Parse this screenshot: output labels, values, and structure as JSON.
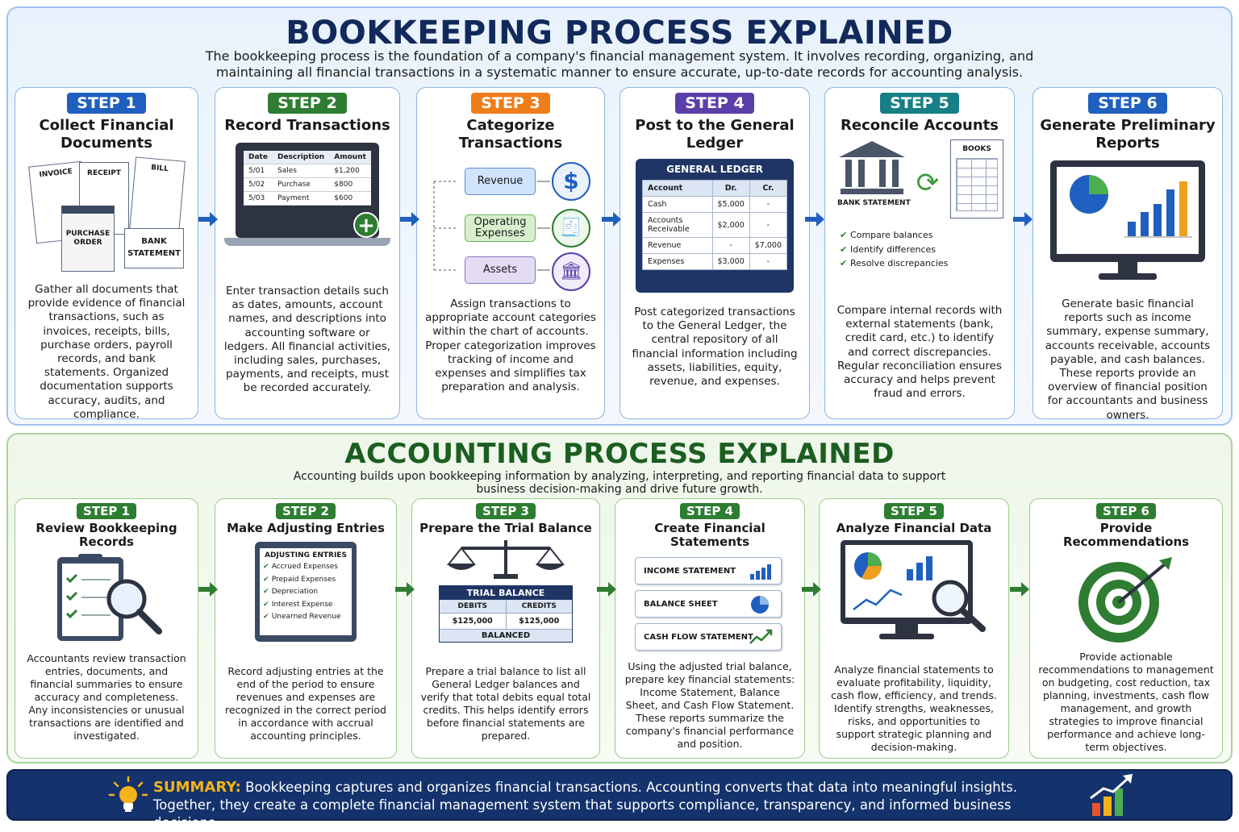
{
  "bookkeeping": {
    "title": "BOOKKEEPING PROCESS EXPLAINED",
    "intro": "The bookkeeping process is the foundation of a company's financial management system. It involves recording, organizing, and maintaining all financial transactions in a systematic manner to ensure accurate, up-to-date records for accounting analysis.",
    "steps": [
      {
        "badge": "STEP 1",
        "color": "#1f5fbf",
        "title": "Collect Financial Documents",
        "desc": "Gather all documents that provide evidence of financial transactions, such as invoices, receipts, bills, purchase orders, payroll records, and bank statements. Organized documentation supports accuracy, audits, and compliance.",
        "docs": {
          "invoice": "INVOICE",
          "receipt": "RECEIPT",
          "bill": "BILL",
          "po": "PURCHASE ORDER",
          "bank": "BANK STATEMENT"
        }
      },
      {
        "badge": "STEP 2",
        "color": "#2e7d32",
        "title": "Record Transactions",
        "desc": "Enter transaction details such as dates, amounts, account names, and descriptions into accounting software or ledgers. All financial activities, including sales, purchases, payments, and receipts, must be recorded accurately.",
        "table": {
          "headers": [
            "Date",
            "Description",
            "Amount"
          ],
          "rows": [
            [
              "5/01",
              "Sales",
              "$1,200"
            ],
            [
              "5/02",
              "Purchase",
              "$800"
            ],
            [
              "5/03",
              "Payment",
              "$600"
            ]
          ]
        }
      },
      {
        "badge": "STEP 3",
        "color": "#ef7d1a",
        "title": "Categorize Transactions",
        "desc": "Assign transactions to appropriate account categories within the chart of accounts. Proper categorization improves tracking of income and expenses and simplifies tax preparation and analysis.",
        "categories": [
          "Revenue",
          "Operating Expenses",
          "Assets"
        ]
      },
      {
        "badge": "STEP 4",
        "color": "#5b3fa8",
        "title": "Post to the General Ledger",
        "desc": "Post categorized transactions to the General Ledger, the central repository of all financial information including assets, liabilities, equity, revenue, and expenses.",
        "ledger": {
          "title": "GENERAL LEDGER",
          "headers": [
            "Account",
            "Dr.",
            "Cr."
          ],
          "rows": [
            [
              "Cash",
              "$5,000",
              "-"
            ],
            [
              "Accounts Receivable",
              "$2,000",
              "-"
            ],
            [
              "Revenue",
              "-",
              "$7,000"
            ],
            [
              "Expenses",
              "$3,000",
              "-"
            ]
          ]
        }
      },
      {
        "badge": "STEP 5",
        "color": "#177f86",
        "title": "Reconcile Accounts",
        "desc": "Compare internal records with external statements (bank, credit card, etc.) to identify and correct discrepancies. Regular reconciliation ensures accuracy and helps prevent fraud and errors.",
        "bank_label": "BANK STATEMENT",
        "books_label": "BOOKS",
        "checks": [
          "Compare balances",
          "Identify differences",
          "Resolve discrepancies"
        ]
      },
      {
        "badge": "STEP 6",
        "color": "#1f5fbf",
        "title": "Generate Preliminary Reports",
        "desc": "Generate basic financial reports such as income summary, expense summary, accounts receivable, accounts payable, and cash balances. These reports provide an overview of financial position for accountants and business owners."
      }
    ]
  },
  "accounting": {
    "title": "ACCOUNTING PROCESS EXPLAINED",
    "intro": "Accounting builds upon bookkeeping information by analyzing, interpreting, and reporting financial data to support business decision-making and drive future growth.",
    "steps": [
      {
        "badge": "STEP 1",
        "title": "Review Bookkeeping Records",
        "desc": "Accountants review transaction entries, documents, and financial summaries to ensure accuracy and completeness. Any inconsistencies or unusual transactions are identified and investigated."
      },
      {
        "badge": "STEP 2",
        "title": "Make Adjusting Entries",
        "desc": "Record adjusting entries at the end of the period to ensure revenues and expenses are recognized in the correct period in accordance with accrual accounting principles.",
        "clipboard_title": "ADJUSTING ENTRIES",
        "entries": [
          "Accrued Expenses",
          "Prepaid Expenses",
          "Depreciation",
          "Interest Expense",
          "Unearned Revenue"
        ]
      },
      {
        "badge": "STEP 3",
        "title": "Prepare the Trial Balance",
        "desc": "Prepare a trial balance to list all General Ledger balances and verify that total debits equal total credits. This helps identify errors before financial statements are prepared.",
        "trial": {
          "title": "TRIAL BALANCE",
          "debits_label": "DEBITS",
          "credits_label": "CREDITS",
          "debits": "$125,000",
          "credits": "$125,000",
          "status": "BALANCED"
        }
      },
      {
        "badge": "STEP 4",
        "title": "Create Financial Statements",
        "desc": "Using the adjusted trial balance, prepare key financial statements: Income Statement, Balance Sheet, and Cash Flow Statement. These reports summarize the company's financial performance and position.",
        "statements": [
          "INCOME STATEMENT",
          "BALANCE SHEET",
          "CASH FLOW STATEMENT"
        ]
      },
      {
        "badge": "STEP 5",
        "title": "Analyze Financial Data",
        "desc": "Analyze financial statements to evaluate profitability, liquidity, cash flow, efficiency, and trends. Identify strengths, weaknesses, risks, and opportunities to support strategic planning and decision-making."
      },
      {
        "badge": "STEP 6",
        "title": "Provide Recommendations",
        "desc": "Provide actionable recommendations to management on budgeting, cost reduction, tax planning, investments, cash flow management, and growth strategies to improve financial performance and achieve long-term objectives."
      }
    ]
  },
  "summary": {
    "label": "SUMMARY:",
    "line1": "Bookkeeping captures and organizes financial transactions. Accounting converts that data into meaningful insights.",
    "line2": "Together, they create a complete financial management system that supports compliance, transparency, and informed business decisions."
  }
}
